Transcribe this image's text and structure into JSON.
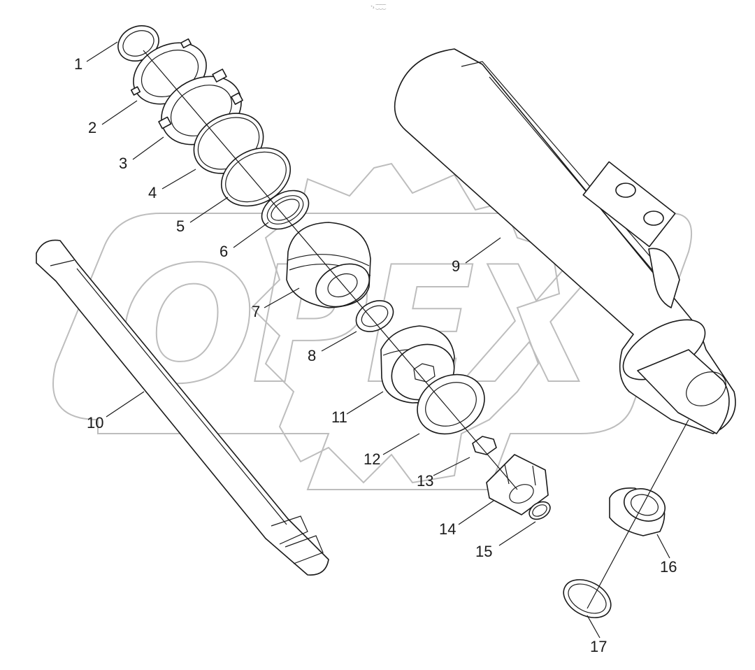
{
  "top_mark": "⁺₂ ⁐⁐⁐",
  "watermark": {
    "text": "OPEX"
  },
  "callouts": [
    "1",
    "2",
    "3",
    "4",
    "5",
    "6",
    "7",
    "8",
    "9",
    "10",
    "11",
    "12",
    "13",
    "14",
    "15",
    "16",
    "17"
  ],
  "colors": {
    "line": "#1a1a1a",
    "watermark": "#bdbdbd",
    "background": "#ffffff"
  }
}
